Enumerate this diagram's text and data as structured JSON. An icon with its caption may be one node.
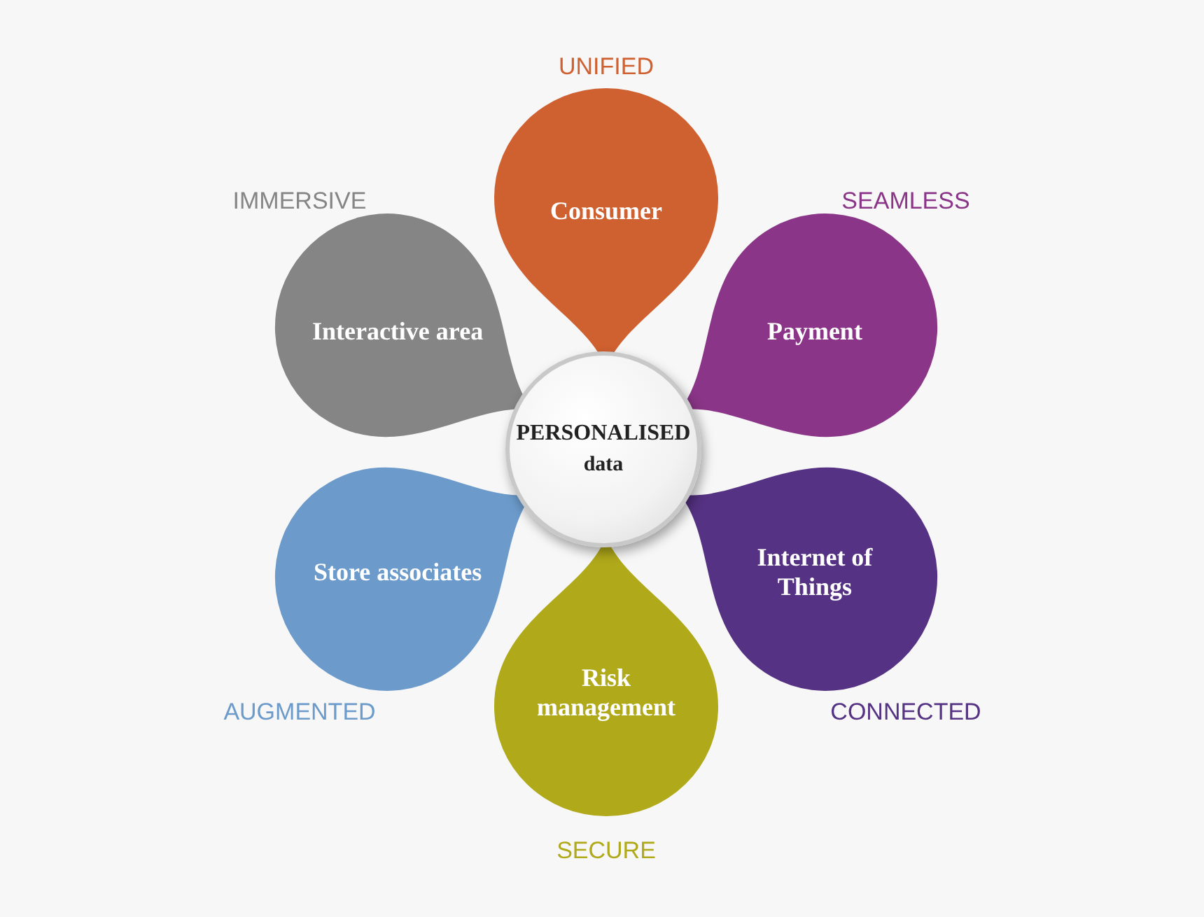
{
  "diagram": {
    "nodes": [
      {
        "text": [
          "PERSONALISED",
          "data"
        ]
      },
      {
        "text": [
          "Consumer"
        ],
        "beside": [
          "UNIFIED"
        ]
      },
      {
        "text": [
          "Payment"
        ],
        "beside": [
          "SEAMLESS"
        ]
      },
      {
        "text": [
          "Internet of Things"
        ],
        "beside": [
          "CONNECTED"
        ]
      },
      {
        "text": [
          "Risk management"
        ],
        "beside": [
          "SECURE"
        ]
      },
      {
        "text": [
          "Store associates"
        ],
        "beside": [
          "AUGMENTED"
        ]
      },
      {
        "text": [
          "Interactive area"
        ],
        "beside": [
          "IMMERSIVE"
        ]
      }
    ]
  }
}
